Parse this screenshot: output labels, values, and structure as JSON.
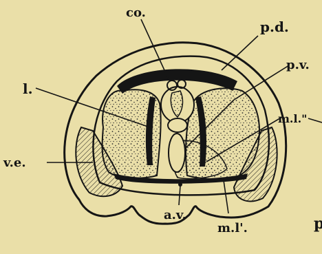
{
  "figure": {
    "background_color": "#eadfa8",
    "ink_color": "#151515",
    "stipple_color": "#2a2a2a",
    "labels": {
      "co": "co.",
      "pd": "p.d.",
      "l": "l.",
      "pv": "p.v.",
      "ml_double": "m.l.\"",
      "ve": "v.e.",
      "av": "a.v.",
      "ml_prime": "m.l'.",
      "edge_fragment": "p"
    }
  }
}
